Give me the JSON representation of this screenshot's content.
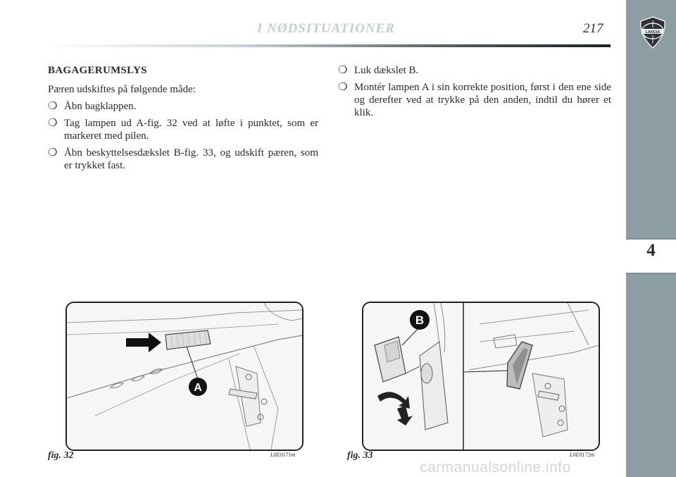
{
  "header": {
    "section_title": "I NØDSITUATIONER",
    "page_number": "217",
    "brand": "LANCIA"
  },
  "side_tab": {
    "chapter_number": "4"
  },
  "left_column": {
    "heading": "BAGAGERUMSLYS",
    "intro": "Pæren udskiftes på følgende måde:",
    "bullet_symbol": "❍",
    "bullets": [
      "Åbn bagklappen.",
      "Tag lampen ud A-fig. 32 ved at løfte i punktet, som er markeret med pilen.",
      "Åbn beskyttelsesdækslet B-fig. 33, og udskift pæren, som er trykket fast."
    ]
  },
  "right_column": {
    "bullet_symbol": "❍",
    "bullets": [
      "Luk dækslet B.",
      "Montér lampen A i sin korrekte position, først i den ene side og derefter ved at trykke på den anden, indtil du hører et klik."
    ]
  },
  "figures": [
    {
      "caption": "fig. 32",
      "code": "L0E0171m",
      "label": "A"
    },
    {
      "caption": "fig. 33",
      "code": "L0E0172m",
      "label": "B"
    }
  ],
  "watermark": "carmanualsonline.info",
  "colors": {
    "side_tab": "#8d9ea3",
    "header_title": "#c3cfd6",
    "arrow": "#111111"
  }
}
